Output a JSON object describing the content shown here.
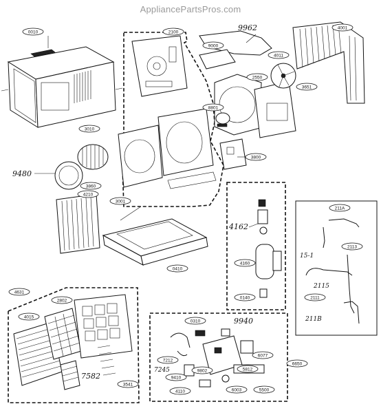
{
  "watermark": "AppliancePartsPros.com",
  "callouts": {
    "p0010": "0010",
    "p2100": "2100",
    "p9000": "9000",
    "p4001": "4001",
    "p4011": "4011",
    "p2550": "2550",
    "p3651": "3651",
    "p3800": "3800",
    "p8801": "8801",
    "p3010": "3010",
    "p3860": "3860",
    "p4210": "4210",
    "p3001": "3001",
    "p0410": "0410",
    "p4160": "4160",
    "p0140": "0140",
    "p211A": "211A",
    "p2113": "2113",
    "p2111": "2111",
    "p4631": "4631",
    "p2802": "2802",
    "p4015": "4015",
    "p3541": "3541",
    "p0310": "0310",
    "p6650": "6650",
    "p6077": "6077",
    "p7212": "7212",
    "p9410": "9410",
    "p5812": "5812",
    "p4110": "4110",
    "p6003": "6003",
    "p5500": "5500",
    "p9802": "9802"
  },
  "handwritten": {
    "h9962": "9962",
    "h9480": "9480",
    "h4162": "4162",
    "h15_1": "15-1",
    "h2115": "2115",
    "h211B": "211B",
    "h9940": "9940",
    "h7245": "7245",
    "h7582": "7582"
  }
}
